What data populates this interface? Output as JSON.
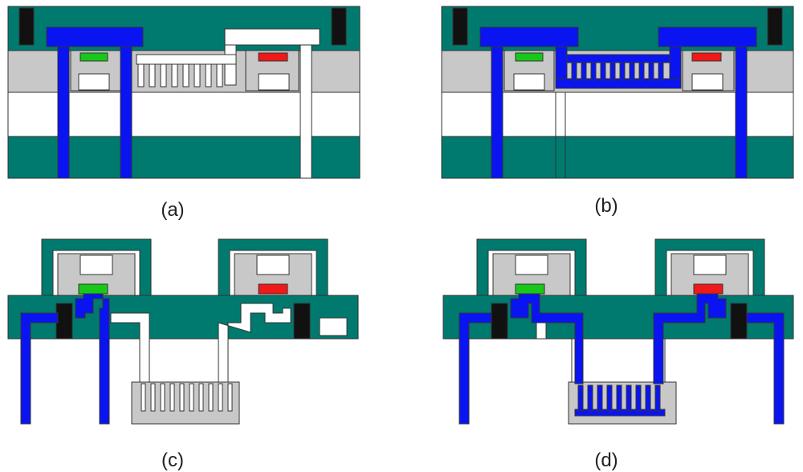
{
  "captions": {
    "a": "(a)",
    "b": "(b)",
    "c": "(c)",
    "d": "(d)"
  },
  "colors": {
    "teal": "#007a6e",
    "gray": "#c8c8c8",
    "blue": "#0a14f0",
    "black": "#111111",
    "green": "#18c818",
    "red": "#f01818",
    "white": "#ffffff",
    "outline": "#333333"
  }
}
